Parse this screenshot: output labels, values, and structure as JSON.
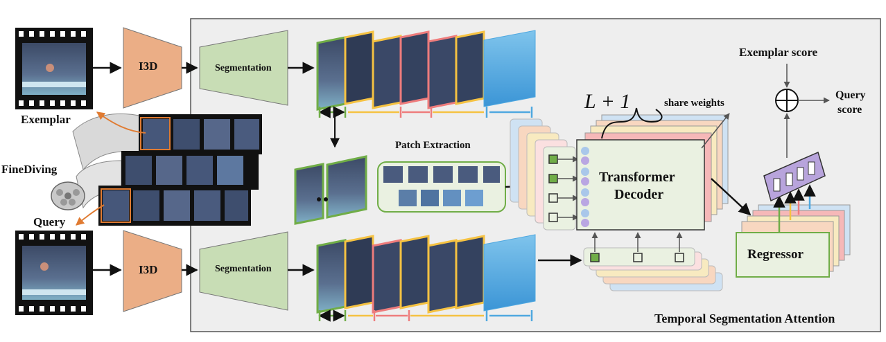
{
  "labels": {
    "exemplar_caption": "Exemplar",
    "query_caption": "Query",
    "dataset_name": "FineDiving",
    "i3d_top": "I3D",
    "i3d_bottom": "I3D",
    "segmentation_top": "Segmentation",
    "segmentation_bottom": "Segmentation",
    "patch_extraction": "Patch Extraction",
    "layers_count": "L + 1",
    "share_weights": "share weights",
    "transformer_line1": "Transformer",
    "transformer_line2": "Decoder",
    "regressor": "Regressor",
    "exemplar_score": "Exemplar score",
    "query_score_line1": "Query",
    "query_score_line2": "score",
    "tsa_title": "Temporal Segmentation Attention"
  },
  "colors": {
    "i3d": "#EBAE86",
    "segmentation": "#C8DDB5",
    "panel": "#EEEEEE",
    "seg_green": "#70AD47",
    "seg_yellow": "#F5C242",
    "seg_red": "#EE7C7C",
    "seg_blue": "#4FA8E0",
    "decoder": "#EAF1E1",
    "query_token": "#B9A6E2",
    "exemplar_token": "#A9C7EA",
    "weight_box": "#B8A4DC",
    "arrow_orange": "#E07B32"
  },
  "icons": [
    "film-strip-icon",
    "film-reel-icon",
    "circled-plus-icon"
  ]
}
